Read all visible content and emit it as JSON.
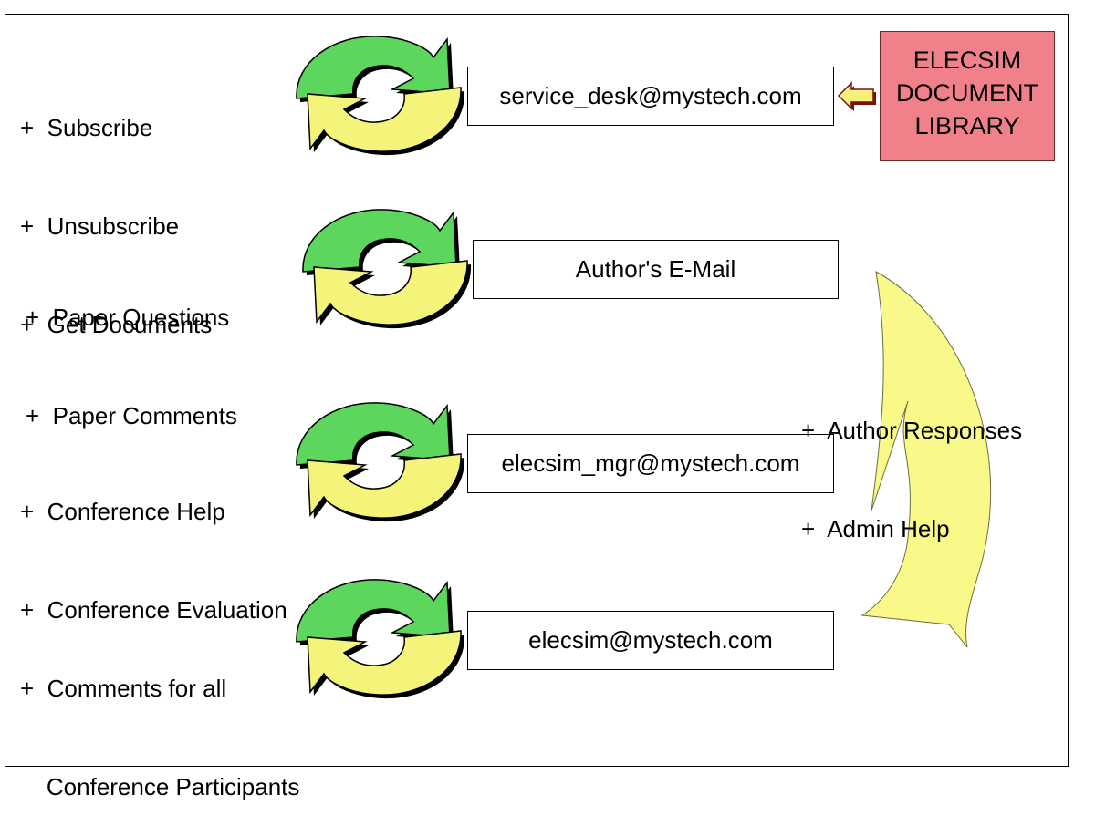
{
  "rows": [
    {
      "labels": [
        "+  Subscribe",
        "+  Unsubscribe",
        "+  Get Documents"
      ],
      "address": "service_desk@mystech.com"
    },
    {
      "labels": [
        "+  Paper Questions",
        "+  Paper Comments"
      ],
      "address": "Author's E-Mail"
    },
    {
      "labels": [
        "+  Conference Help",
        "+  Conference Evaluation"
      ],
      "address": "elecsim_mgr@mystech.com"
    },
    {
      "labels": [
        "+  Comments for all",
        "    Conference Participants"
      ],
      "address": "elecsim@mystech.com"
    }
  ],
  "library": {
    "lines": [
      "ELECSIM",
      "DOCUMENT",
      "LIBRARY"
    ]
  },
  "responses": [
    "+  Author Responses",
    "+  Admin Help"
  ],
  "colors": {
    "green_arrow": "#5cd65c",
    "yellow_arrow": "#f4f47a",
    "library_fill": "#f0808a",
    "big_arrow": "#f9f98a"
  },
  "icons": {
    "cycle": "recycle-arrows-icon",
    "pointer": "left-arrow-icon",
    "flow": "curved-down-arrow-icon"
  }
}
